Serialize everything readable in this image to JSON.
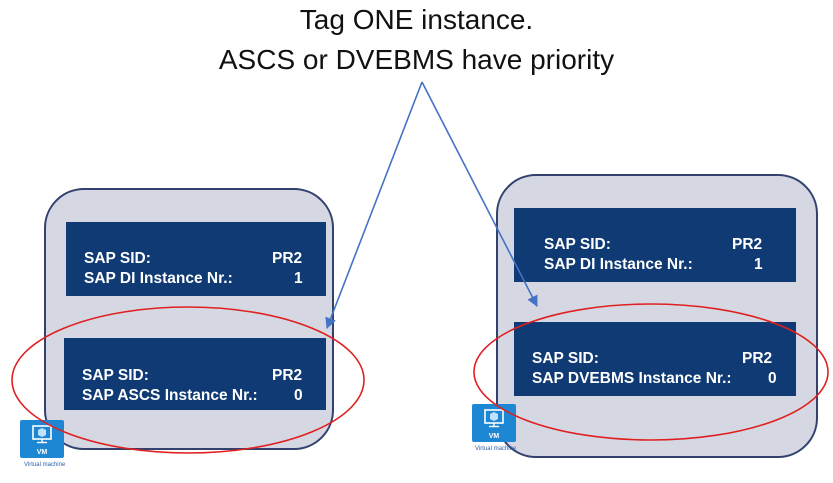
{
  "title": {
    "line1": "Tag ONE instance.",
    "line2": "ASCS or DVEBMS have priority"
  },
  "left_vm": {
    "di_box": {
      "sid_label": "SAP SID:",
      "sid_value": "PR2",
      "inst_label": "SAP DI Instance Nr.:",
      "inst_value": "1"
    },
    "main_box": {
      "sid_label": "SAP SID:",
      "sid_value": "PR2",
      "inst_label": "SAP ASCS Instance Nr.:",
      "inst_value": "0"
    },
    "icon_label": "VM",
    "caption": "Virtual machine"
  },
  "right_vm": {
    "di_box": {
      "sid_label": "SAP SID:",
      "sid_value": "PR2",
      "inst_label": "SAP DI Instance Nr.:",
      "inst_value": "1"
    },
    "main_box": {
      "sid_label": "SAP SID:",
      "sid_value": "PR2",
      "inst_label": "SAP DVEBMS Instance Nr.:",
      "inst_value": "0"
    },
    "icon_label": "VM",
    "caption": "Virtual machine"
  },
  "colors": {
    "box_fill": "#0f3a74",
    "group_fill": "#d5d8e2",
    "highlight_ellipse": "#e02020",
    "arrow": "#4472c4",
    "vm_icon": "#1e87d4"
  }
}
